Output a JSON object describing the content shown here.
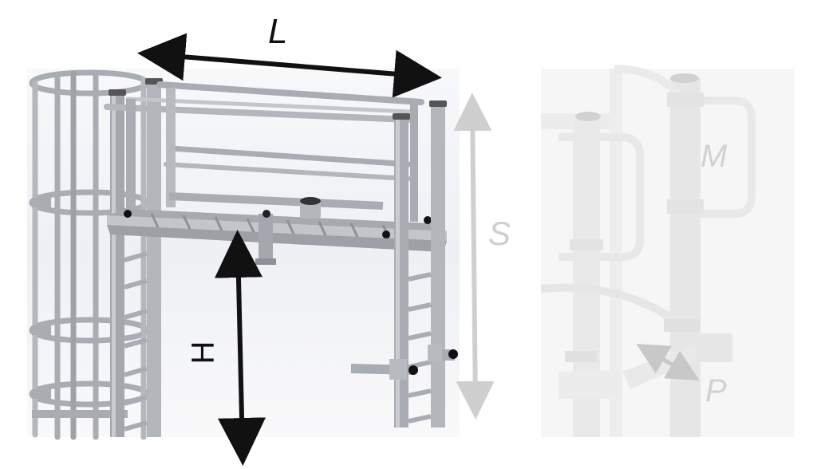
{
  "diagram": {
    "labels": {
      "length": "L",
      "height": "H",
      "total_height": "S",
      "handrail": "M",
      "platform_depth": "P"
    },
    "colors": {
      "metal": "#a9adb3",
      "metal_dark": "#7f848a",
      "metal_light": "#c9ccd0",
      "arrow_dark": "#111111",
      "arrow_light": "#cfcfcf",
      "faded_metal": "#ebebeb",
      "faded_stroke": "#dedede"
    }
  }
}
